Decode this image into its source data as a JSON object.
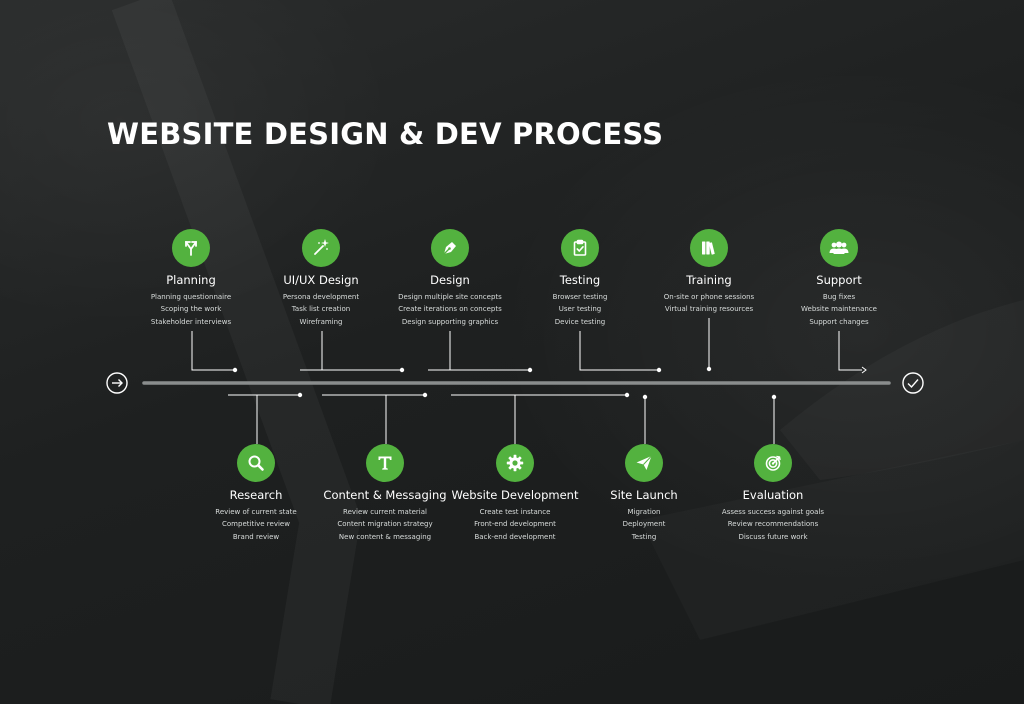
{
  "title": "WEBSITE DESIGN & DEV PROCESS",
  "colors": {
    "accent": "#53b23f",
    "background": "#1f2121",
    "line": "#8a8d8d"
  },
  "timeline": {
    "start_icon": "arrow-right-circle-icon",
    "end_icon": "check-circle-icon"
  },
  "stages_top": [
    {
      "name": "Planning",
      "icon": "split-arrows-icon",
      "items": [
        "Planning questionnaire",
        "Scoping the work",
        "Stakeholder interviews"
      ]
    },
    {
      "name": "UI/UX Design",
      "icon": "magic-wand-icon",
      "items": [
        "Persona development",
        "Task list creation",
        "Wireframing"
      ]
    },
    {
      "name": "Design",
      "icon": "pen-nib-icon",
      "items": [
        "Design multiple site concepts",
        "Create iterations on concepts",
        "Design supporting graphics"
      ]
    },
    {
      "name": "Testing",
      "icon": "clipboard-check-icon",
      "items": [
        "Browser testing",
        "User testing",
        "Device testing"
      ]
    },
    {
      "name": "Training",
      "icon": "books-icon",
      "items": [
        "On-site or phone sessions",
        "Virtual training resources"
      ]
    },
    {
      "name": "Support",
      "icon": "users-icon",
      "items": [
        "Bug fixes",
        "Website maintenance",
        "Support changes"
      ]
    }
  ],
  "stages_bottom": [
    {
      "name": "Research",
      "icon": "magnifier-icon",
      "items": [
        "Review of current state",
        "Competitive review",
        "Brand review"
      ]
    },
    {
      "name": "Content & Messaging",
      "icon": "text-t-icon",
      "items": [
        "Review current material",
        "Content migration strategy",
        "New content & messaging"
      ]
    },
    {
      "name": "Website Development",
      "icon": "gear-icon",
      "items": [
        "Create test instance",
        "Front-end development",
        "Back-end development"
      ]
    },
    {
      "name": "Site Launch",
      "icon": "paper-plane-icon",
      "items": [
        "Migration",
        "Deployment",
        "Testing"
      ]
    },
    {
      "name": "Evaluation",
      "icon": "target-icon",
      "items": [
        "Assess success against goals",
        "Review recommendations",
        "Discuss future work"
      ]
    }
  ]
}
